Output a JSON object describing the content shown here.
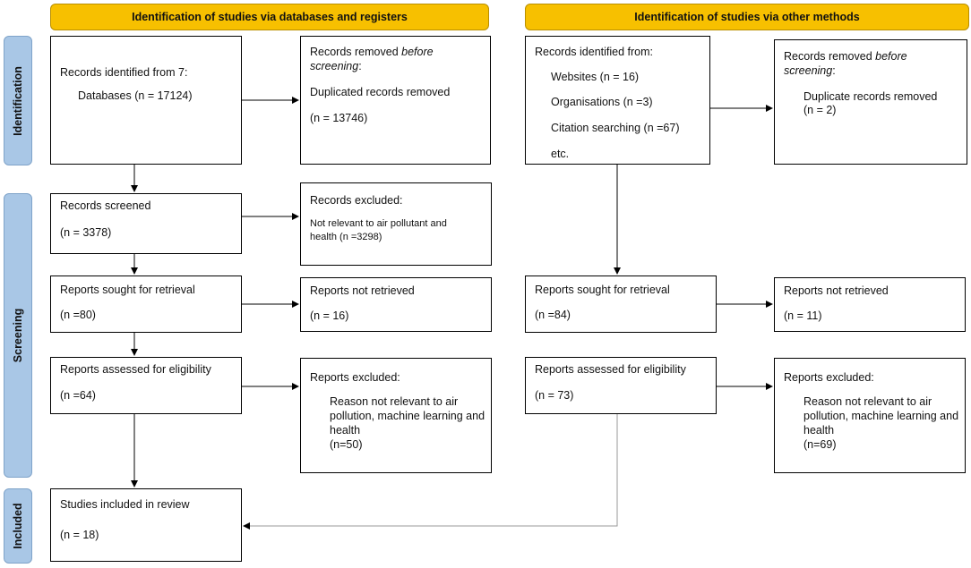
{
  "headers": {
    "left": "Identification of studies via databases and registers",
    "right": "Identification of studies via other methods"
  },
  "phases": {
    "identification": "Identification",
    "screening": "Screening",
    "included": "Included"
  },
  "left": {
    "identified": {
      "title": "Records identified from 7:",
      "line1": "Databases (n = 17124)"
    },
    "removed": {
      "title_pre": "Records removed ",
      "title_em": "before",
      "title_em2": "screening",
      "title_post": ":",
      "line1": "Duplicated records removed",
      "count": "(n = 13746)"
    },
    "screened": {
      "title": "Records screened",
      "count": "(n = 3378)"
    },
    "excluded": {
      "title": "Records excluded:",
      "reason": "Not relevant to air pollutant and health (n =3298)"
    },
    "sought": {
      "title": "Reports sought for retrieval",
      "count": "(n =80)"
    },
    "not_retrieved": {
      "title": "Reports not retrieved",
      "count": "(n = 16)"
    },
    "assessed": {
      "title": "Reports assessed for eligibility",
      "count": "(n =64)"
    },
    "reports_excluded": {
      "title": "Reports excluded:",
      "reason": "Reason not relevant to air pollution, machine learning and health",
      "count": "(n=50)"
    },
    "included": {
      "title": "Studies included in review",
      "count": "(n = 18)"
    }
  },
  "right": {
    "identified": {
      "title": "Records identified from:",
      "items": [
        "Websites (n = 16)",
        "Organisations (n =3)",
        "Citation searching (n =67)",
        "etc."
      ]
    },
    "removed": {
      "title_pre": "Records removed ",
      "title_em": "before",
      "title_em2": "screening",
      "title_post": ":",
      "line1": "Duplicate records removed",
      "count": "(n = 2)"
    },
    "sought": {
      "title": "Reports sought for retrieval",
      "count": "(n =84)"
    },
    "not_retrieved": {
      "title": "Reports not retrieved",
      "count": "(n = 11)"
    },
    "assessed": {
      "title": "Reports assessed for eligibility",
      "count": "(n = 73)"
    },
    "reports_excluded": {
      "title": "Reports excluded:",
      "reason": "Reason not relevant to air pollution, machine learning and health",
      "count": "(n=69)"
    }
  }
}
